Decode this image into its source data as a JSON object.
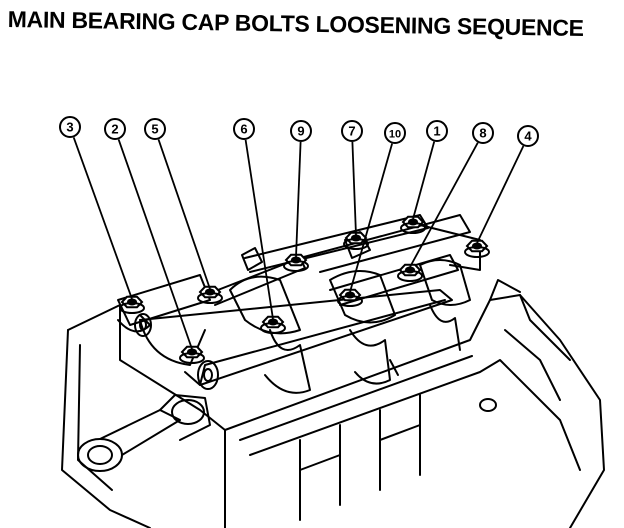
{
  "title": "MAIN BEARING CAP BOLTS LOOSENING SEQUENCE",
  "callouts": [
    {
      "label": "3",
      "part": "bolt"
    },
    {
      "label": "2",
      "part": "bolt"
    },
    {
      "label": "5",
      "part": "bolt"
    },
    {
      "label": "6",
      "part": "bolt"
    },
    {
      "label": "9",
      "part": "bolt"
    },
    {
      "label": "7",
      "part": "bolt"
    },
    {
      "label": "10",
      "part": "bolt"
    },
    {
      "label": "1",
      "part": "bolt"
    },
    {
      "label": "8",
      "part": "bolt"
    },
    {
      "label": "4",
      "part": "bolt"
    }
  ]
}
